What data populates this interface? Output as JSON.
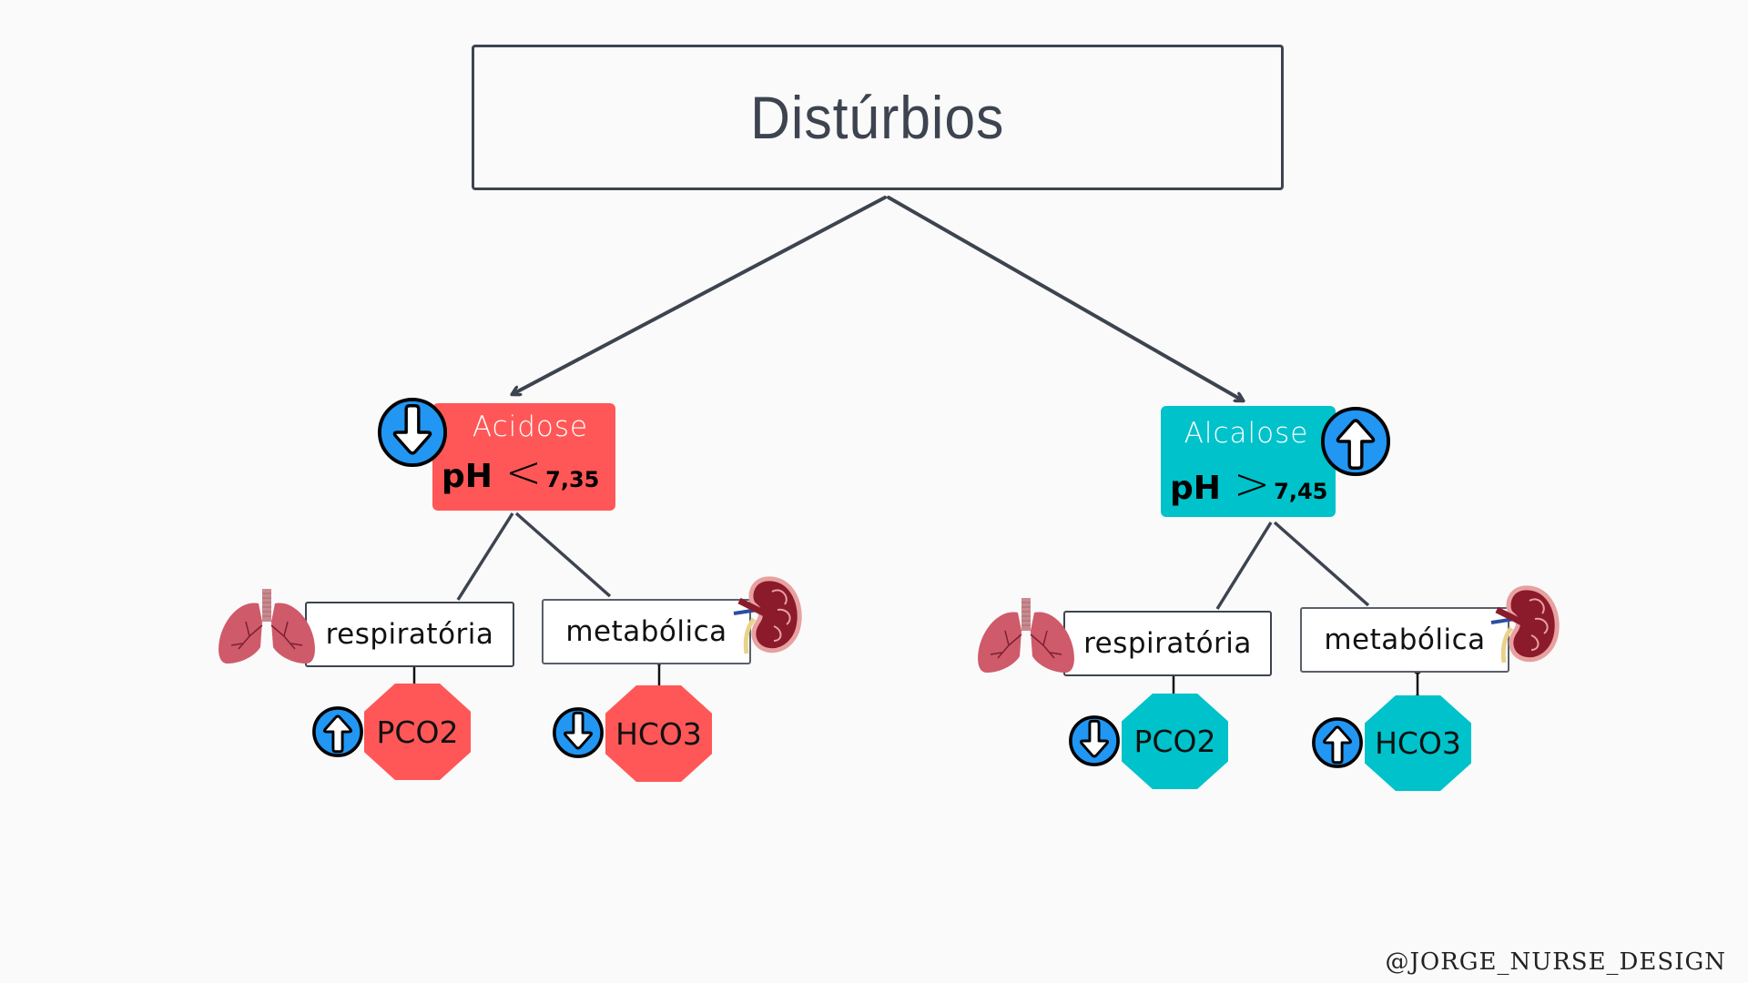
{
  "title": "Distúrbios",
  "colors": {
    "line": "#3d4450",
    "acid": "#ff5757",
    "alkali": "#00c2cb",
    "arrow_circle": "#2196f3",
    "background": "#fafafa"
  },
  "branches": [
    {
      "id": "acidose",
      "name": "Acidose",
      "ph_label": "pH",
      "ph_operator": "<",
      "ph_value": "7,35",
      "direction_icon": "arrow-down",
      "subtypes": [
        {
          "label": "respiratória",
          "organ_icon": "lungs",
          "marker": "PCO2",
          "marker_direction": "arrow-up"
        },
        {
          "label": "metabólica",
          "organ_icon": "kidney",
          "marker": "HCO3",
          "marker_direction": "arrow-down"
        }
      ]
    },
    {
      "id": "alcalose",
      "name": "Alcalose",
      "ph_label": "pH",
      "ph_operator": ">",
      "ph_value": "7,45",
      "direction_icon": "arrow-up",
      "subtypes": [
        {
          "label": "respiratória",
          "organ_icon": "lungs",
          "marker": "PCO2",
          "marker_direction": "arrow-down"
        },
        {
          "label": "metabólica",
          "organ_icon": "kidney",
          "marker": "HCO3",
          "marker_direction": "arrow-up"
        }
      ]
    }
  ],
  "credit": "@JORGE_NURSE_DESIGN"
}
